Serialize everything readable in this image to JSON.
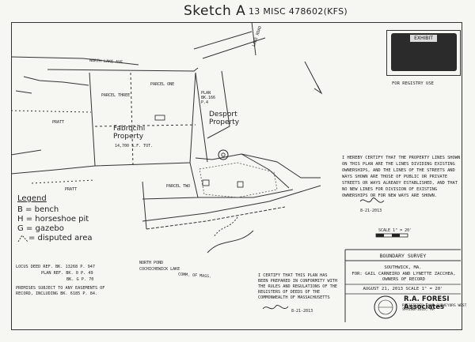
{
  "header": {
    "title": "Sketch A",
    "reference": "13 MISC 478602(KFS)"
  },
  "exhibit": {
    "label": "EXHIBIT",
    "registry_note": "FOR REGISTRY USE"
  },
  "streets": {
    "north_lake_ave": "NORTH LAKE AVE",
    "north_pond": "NORTH POND",
    "cochichewick_lake": "COCHICHEWICK LAKE",
    "comm_of_mass": "COMM. OF MASS.",
    "right_road": "LAKE ROAD"
  },
  "parcels": {
    "parcel_three": "PARCEL THREE",
    "parcel_one": "PARCEL ONE",
    "plan_label": "PLAN BK.166 P.4",
    "parcel_two": "PARCEL TWO",
    "pratt_1": "PRATT",
    "pratt_2": "PRATT",
    "fabrocini": "Fabrocini Property",
    "fabrocini_area": "14,700 S.F. TOT.",
    "desport": "Desport Property"
  },
  "legend": {
    "title": "Legend",
    "items": [
      "B = bench",
      "H = horseshoe pit",
      "G = gazebo",
      "= disputed area"
    ]
  },
  "certification": {
    "text": "I HEREBY CERTIFY THAT THE PROPERTY LINES SHOWN ON THIS PLAN ARE THE LINES DIVIDING EXISTING OWNERSHIPS, AND THE LINES OF THE STREETS AND WAYS SHOWN ARE THOSE OF PUBLIC OR PRIVATE STREETS OR WAYS ALREADY ESTABLISHED, AND THAT NO NEW LINES FOR DIVISION OF EXISTING OWNERSHIPS OR FOR NEW WAYS ARE SHOWN.",
    "date": "8-21-2013"
  },
  "notes": {
    "locus": "LOCUS DEED REF. BK. 13268 P. 947",
    "plan_ref": "PLAN REF. BK. 0 P. 49",
    "plan_ref2": "BK. G P. 70",
    "premises": "PREMISES SUBJECT TO ANY EASEMENTS OF RECORD, INCLUDING BK. 6185 P. 84.",
    "conformity": "I CERTIFY THAT THIS PLAN HAS BEEN PREPARED IN CONFORMITY WITH THE RULES AND REGULATIONS OF THE REGISTERS OF DEEDS OF THE COMMONWEALTH OF MASSACHUSETTS",
    "conformity_date": "8-21-2013"
  },
  "scale": {
    "label": "SCALE 1\" = 20'"
  },
  "title_block": {
    "survey": "BOUNDARY SURVEY",
    "town": "SOUTHWICK, MA.",
    "owners": "FOR: GAIL CARNEIRO AND LYNETTE ZACCHEA, OWNERS OF RECORD",
    "date_scale": "AUGUST 21, 2013   SCALE 1\" = 20'",
    "firm": "R.A. FORESI Associates",
    "firm_sub": "REGISTERED LAND SURVEYORS  WEST SPRINGFIELD, MA"
  }
}
